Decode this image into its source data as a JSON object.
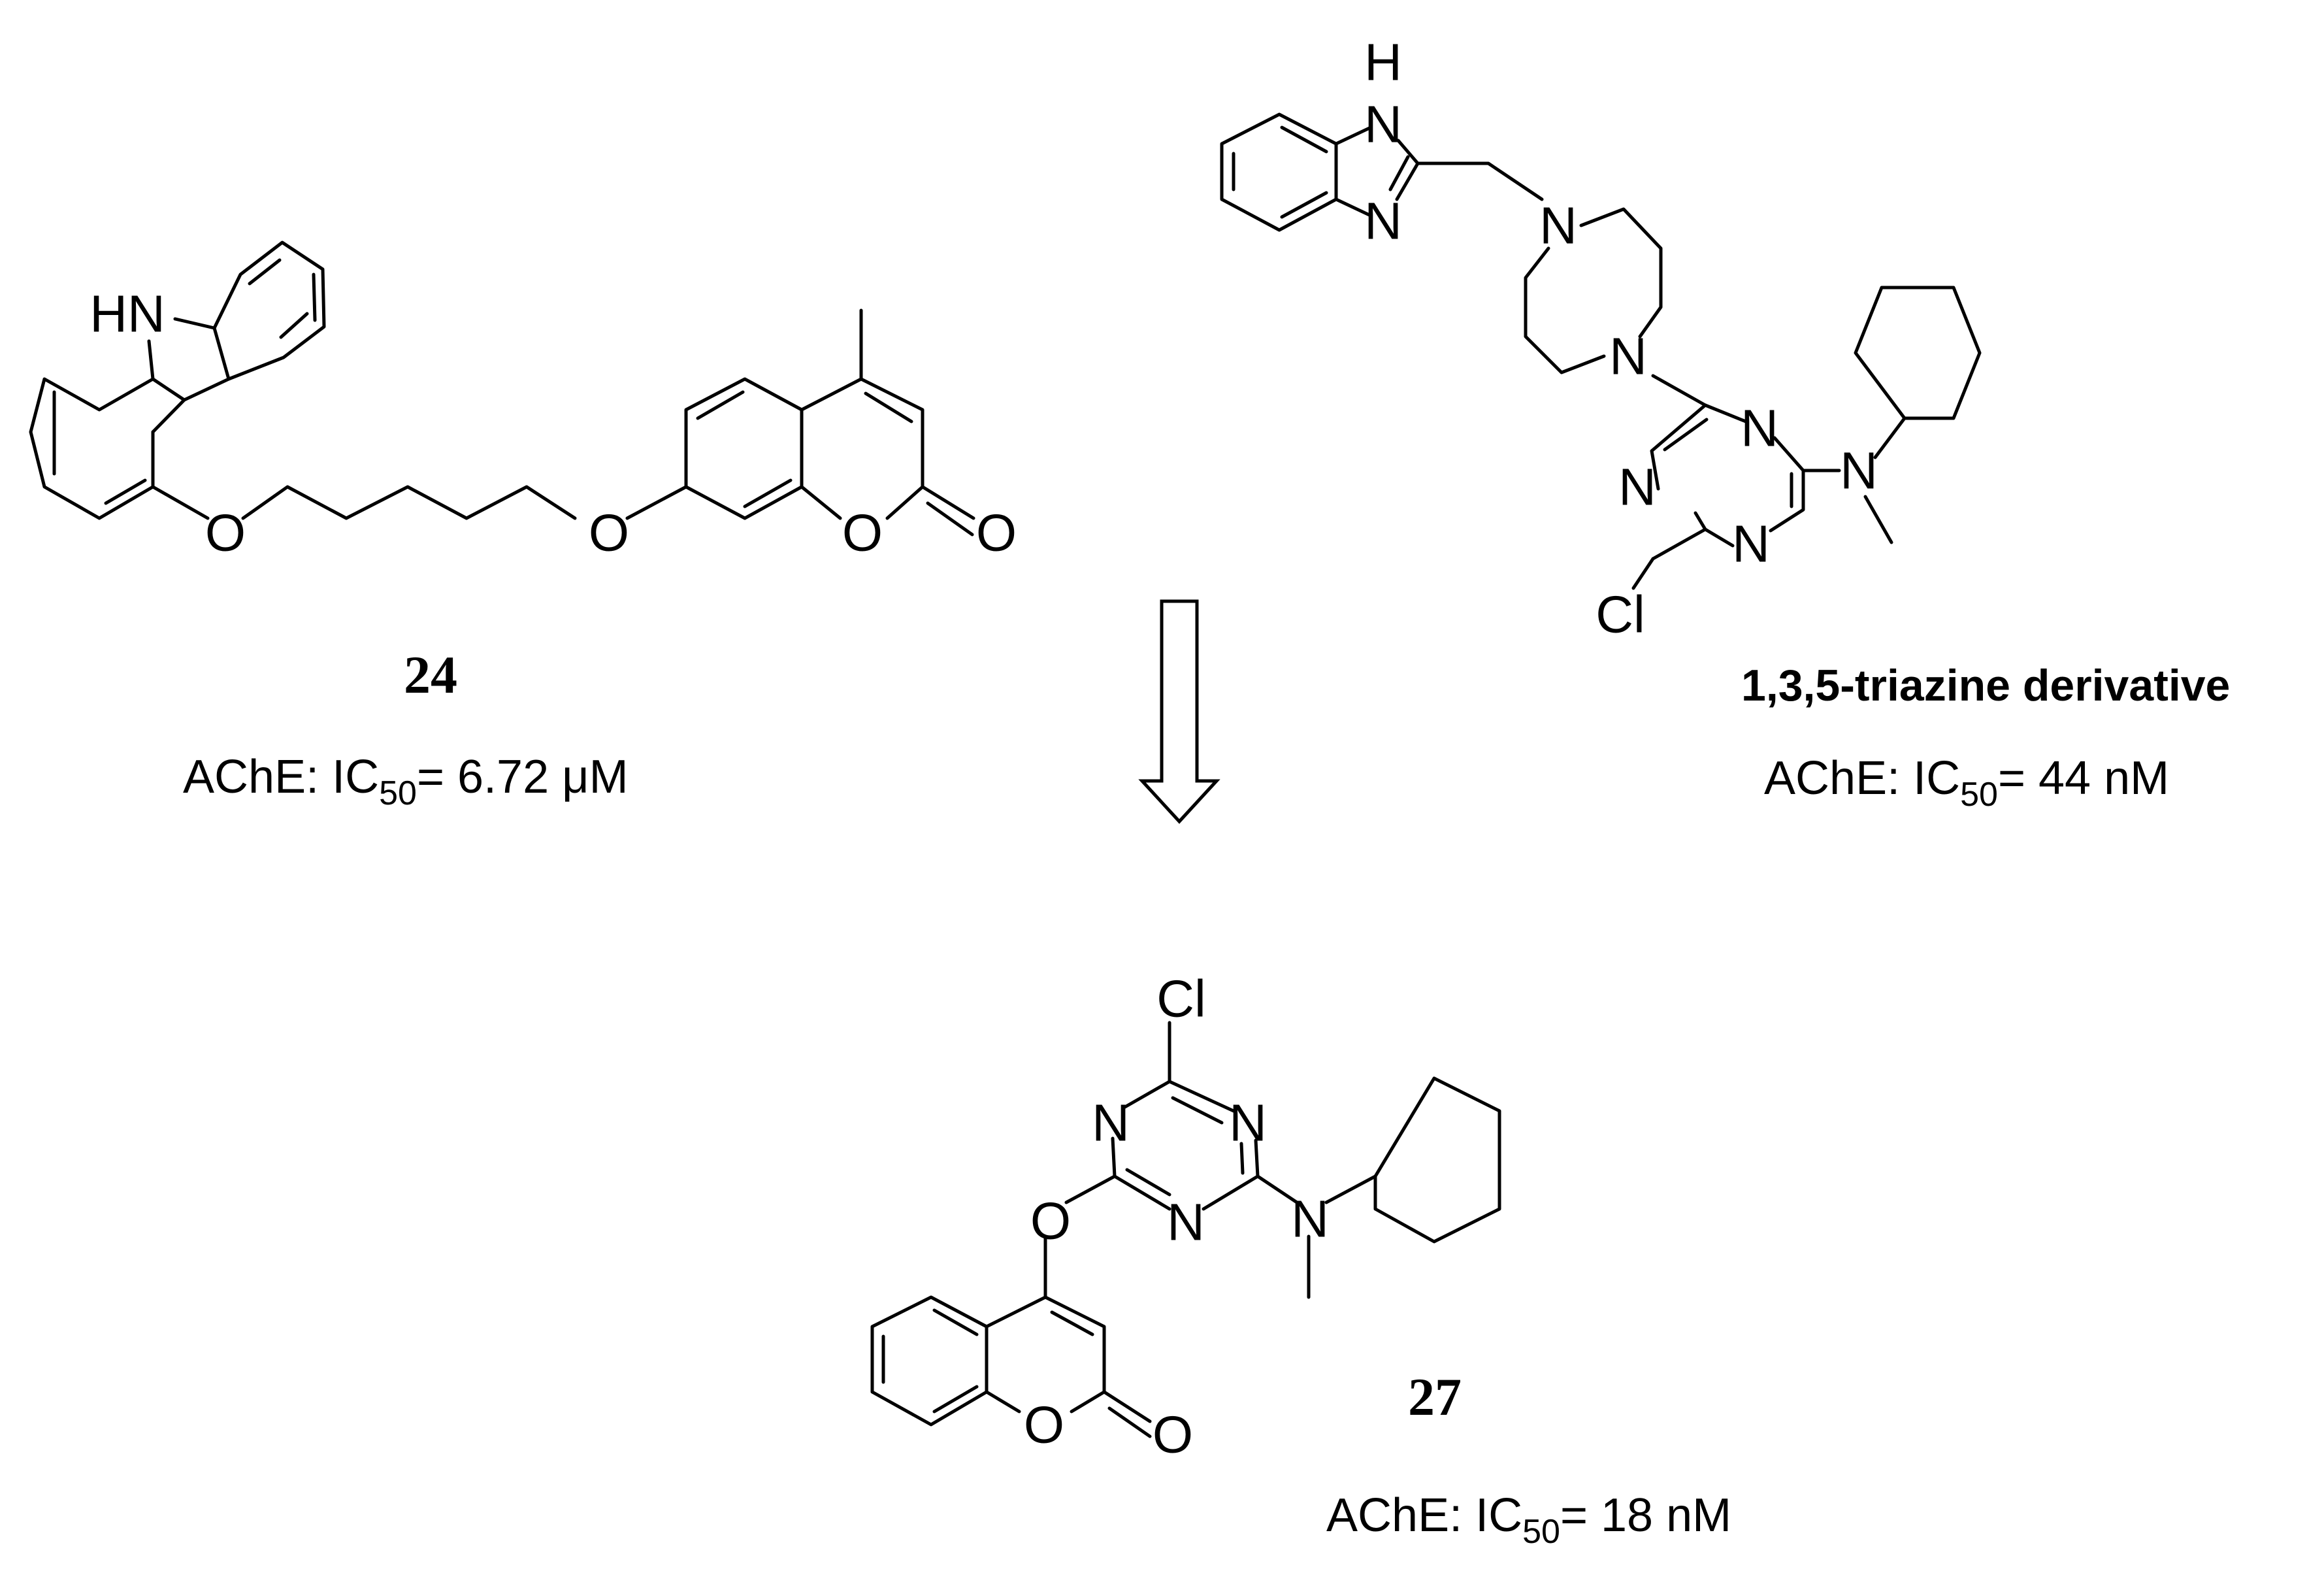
{
  "compounds": [
    {
      "id": "24",
      "label": "24",
      "activity": {
        "target": "AChE",
        "metric": "IC",
        "metric_sub": "50",
        "value": "= 6.72 μM"
      },
      "atoms": {
        "nh": "HN",
        "o1": "O",
        "o2": "O",
        "o3": "O",
        "o4": "O"
      }
    },
    {
      "id": "triazine",
      "label": "1,3,5-triazine derivative",
      "activity": {
        "target": "AChE",
        "metric": "IC",
        "metric_sub": "50",
        "value": "= 44 nM"
      },
      "atoms": {
        "h": "H",
        "n1": "N",
        "n2": "N",
        "n3": "N",
        "n4": "N",
        "t1": "N",
        "t2": "N",
        "t3": "N",
        "n5": "N",
        "cl": "Cl"
      }
    },
    {
      "id": "27",
      "label": "27",
      "activity": {
        "target": "AChE",
        "metric": "IC",
        "metric_sub": "50",
        "value": "= 18 nM"
      },
      "atoms": {
        "cl": "Cl",
        "t1": "N",
        "t2": "N",
        "t3": "N",
        "n": "N",
        "o1": "O",
        "o2": "O",
        "o3": "O"
      }
    }
  ],
  "arrow": {
    "direction": "down",
    "style": "open"
  }
}
